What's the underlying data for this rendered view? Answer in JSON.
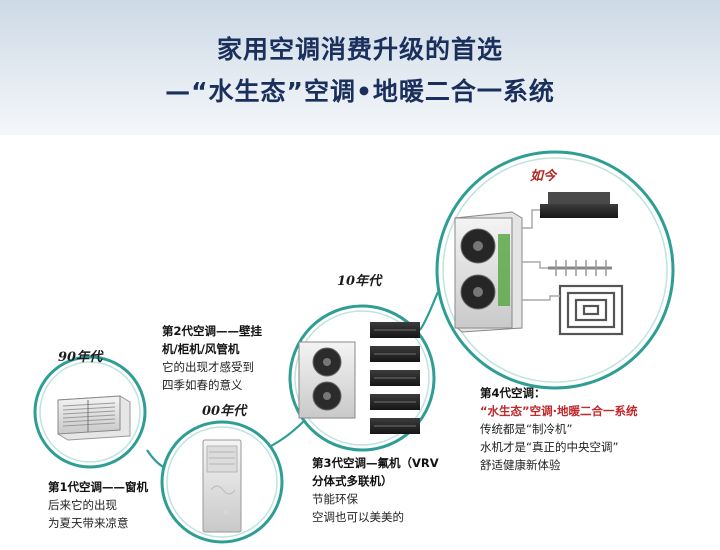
{
  "title": {
    "line1": "家用空调消费升级的首选",
    "line2": "—“水生态”空调•地暖二合一系统"
  },
  "eras": {
    "era90": "90年代",
    "era00": "00年代",
    "era10": "10年代",
    "now": "如今"
  },
  "gen1": {
    "title": "第1代空调——窗机",
    "lines": [
      "后来它的出现",
      "为夏天带来凉意"
    ]
  },
  "gen2": {
    "title_l1": "第2代空调——壁挂",
    "title_l2": "机/柜机/风管机",
    "lines": [
      "它的出现才感受到",
      "四季如春的意义"
    ]
  },
  "gen3": {
    "title_l1": "第3代空调—氟机（VRV",
    "title_l2": "分体式多联机）",
    "lines": [
      "节能环保",
      "空调也可以美美的"
    ]
  },
  "gen4": {
    "title": "第4代空调：",
    "highlight": "“水生态”空调·地暖二合一系统",
    "lines": [
      "传统都是“制冷机”",
      "水机才是“真正的中央空调”",
      "舒适健康新体验"
    ]
  },
  "colors": {
    "title": "#1a2f5c",
    "ring": "#2e9e95",
    "highlight": "#c0282c"
  }
}
